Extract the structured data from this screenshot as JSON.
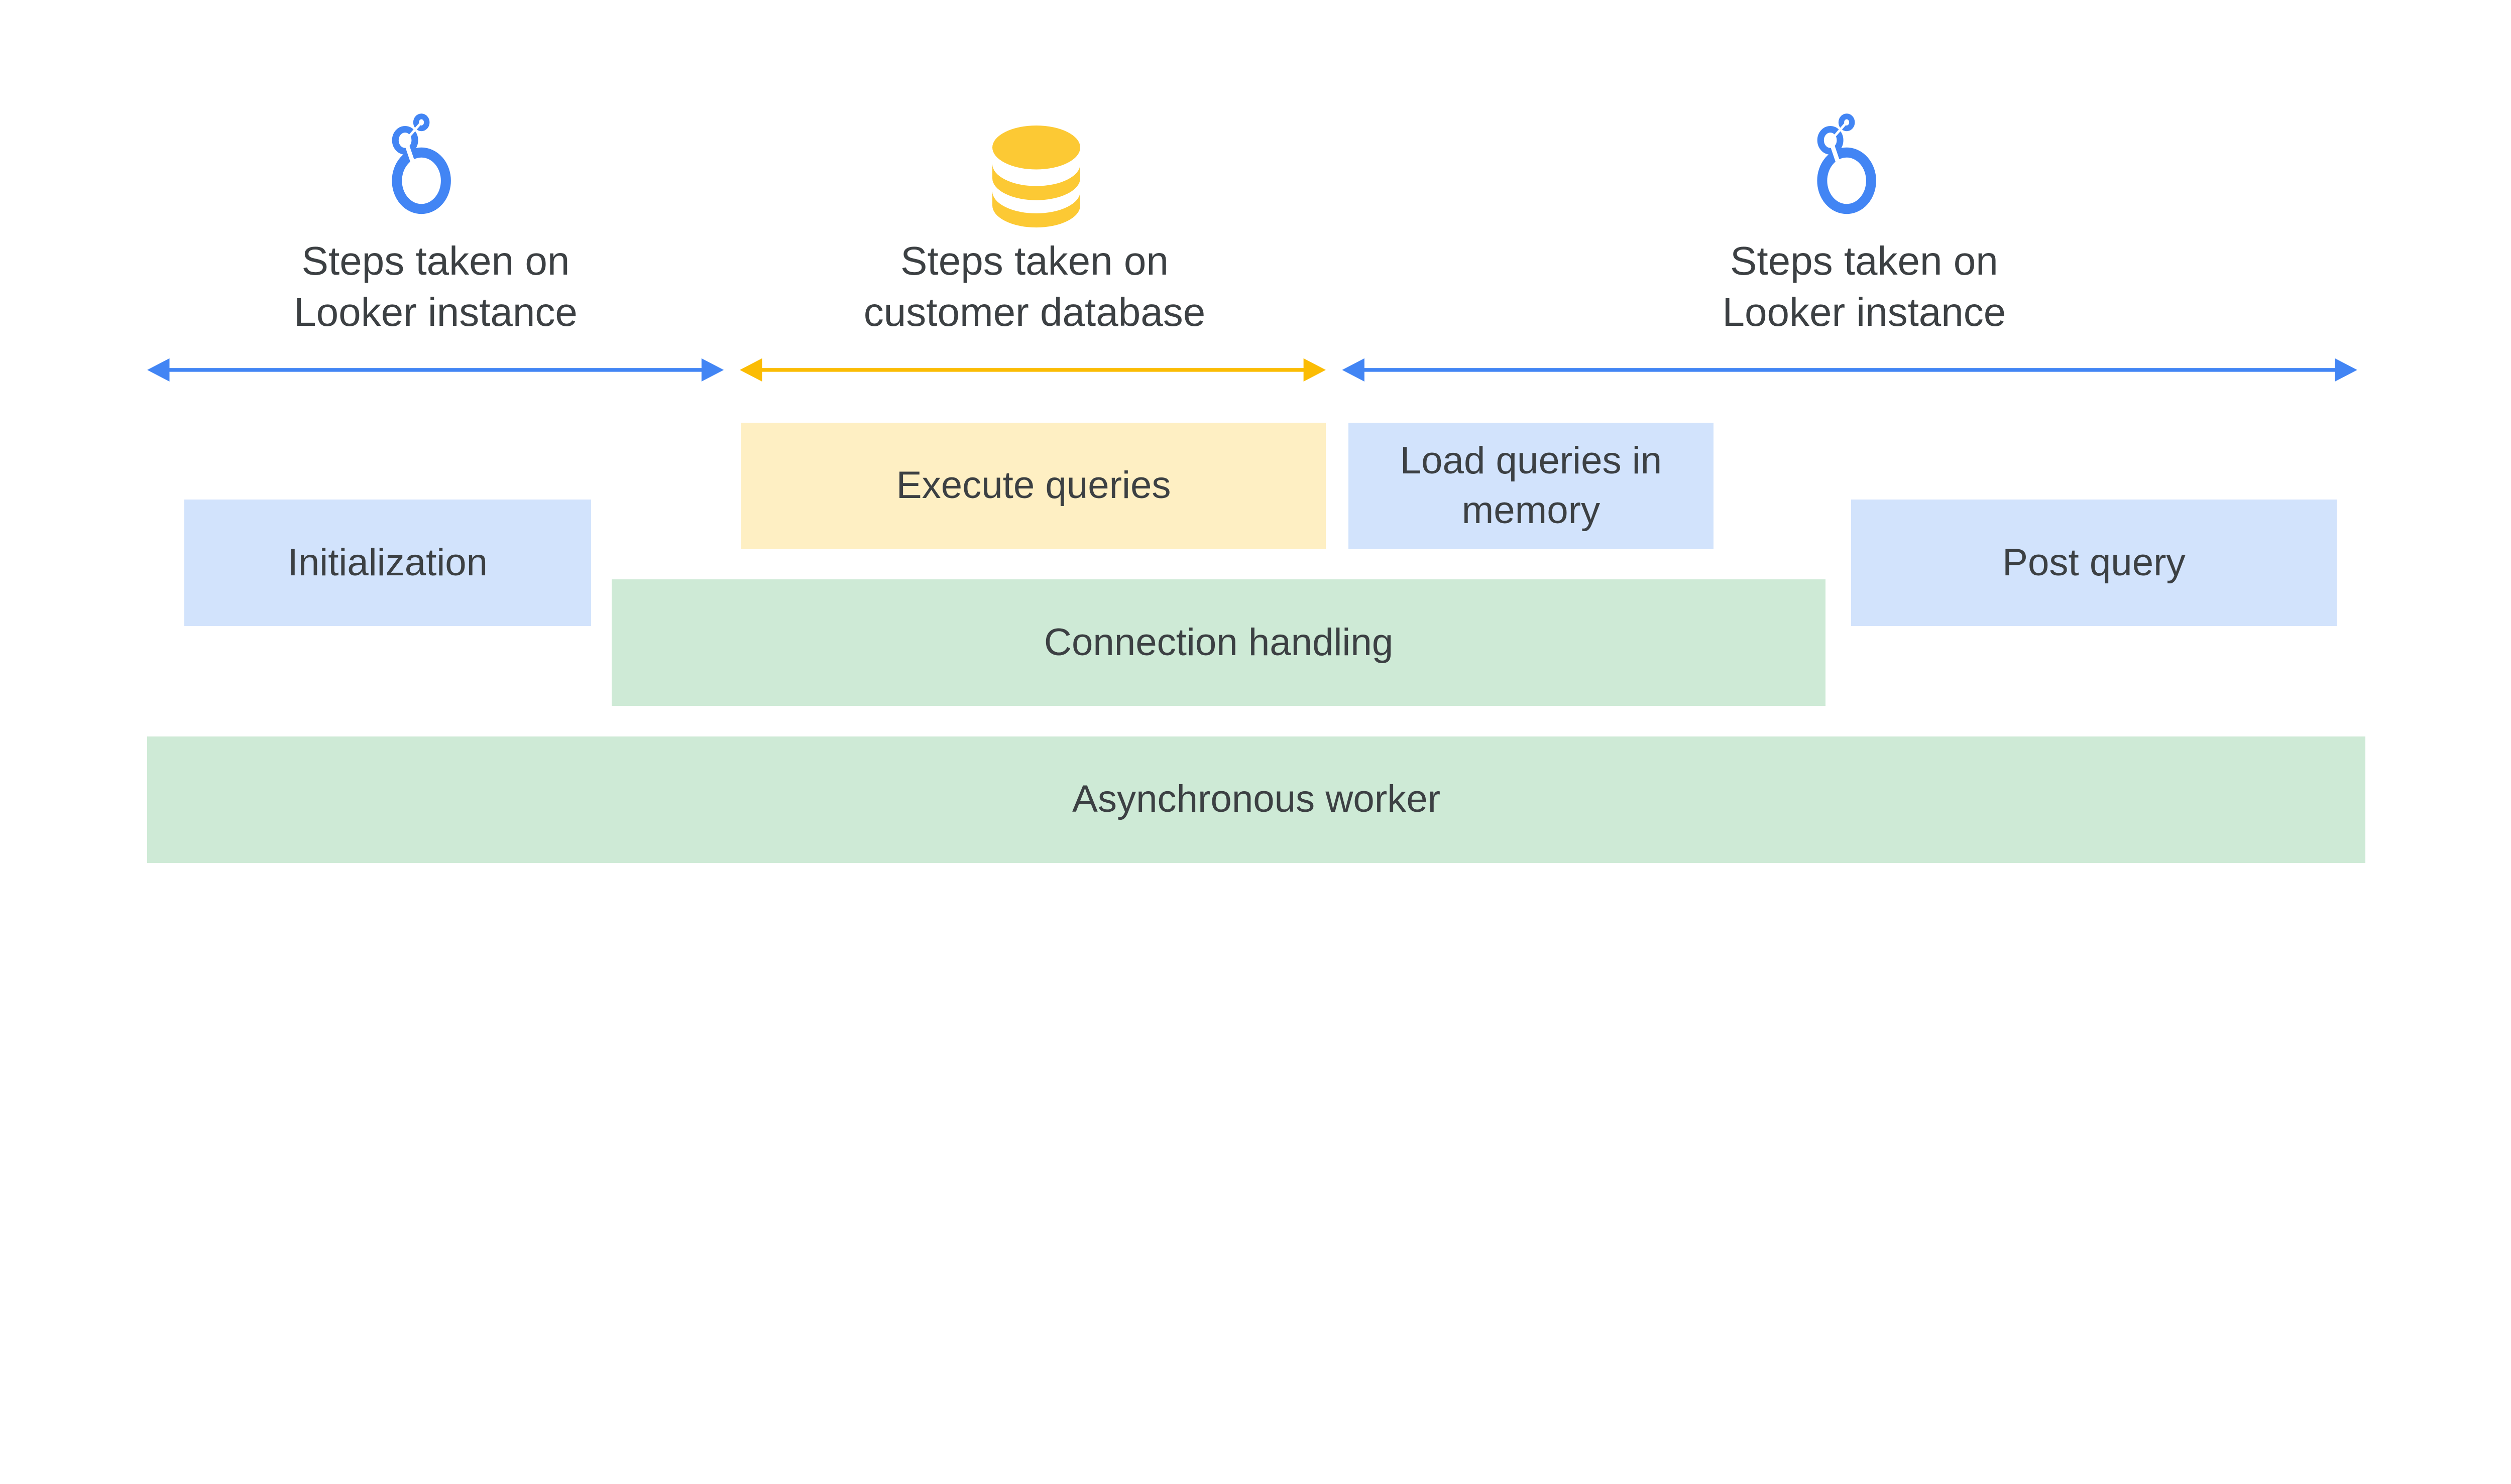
{
  "colors": {
    "looker_blue": "#4285f4",
    "database_yellow": "#fbbc04",
    "db_icon_yellow": "#fcc934",
    "light_blue": "#d2e3fc",
    "light_yellow": "#feefc3",
    "light_green": "#ceead6",
    "text": "#3c4043"
  },
  "sections": [
    {
      "icon": "looker-logo-icon",
      "line1": "Steps taken on",
      "line2": "Looker instance"
    },
    {
      "icon": "database-icon",
      "line1": "Steps taken on",
      "line2": "customer database"
    },
    {
      "icon": "looker-logo-icon",
      "line1": "Steps taken on",
      "line2": "Looker instance"
    }
  ],
  "boxes": {
    "initialization": "Initialization",
    "execute_queries": "Execute queries",
    "load_queries_line1": "Load queries in",
    "load_queries_line2": "memory",
    "post_query": "Post query",
    "connection_handling": "Connection handling",
    "asynchronous_worker": "Asynchronous worker"
  }
}
